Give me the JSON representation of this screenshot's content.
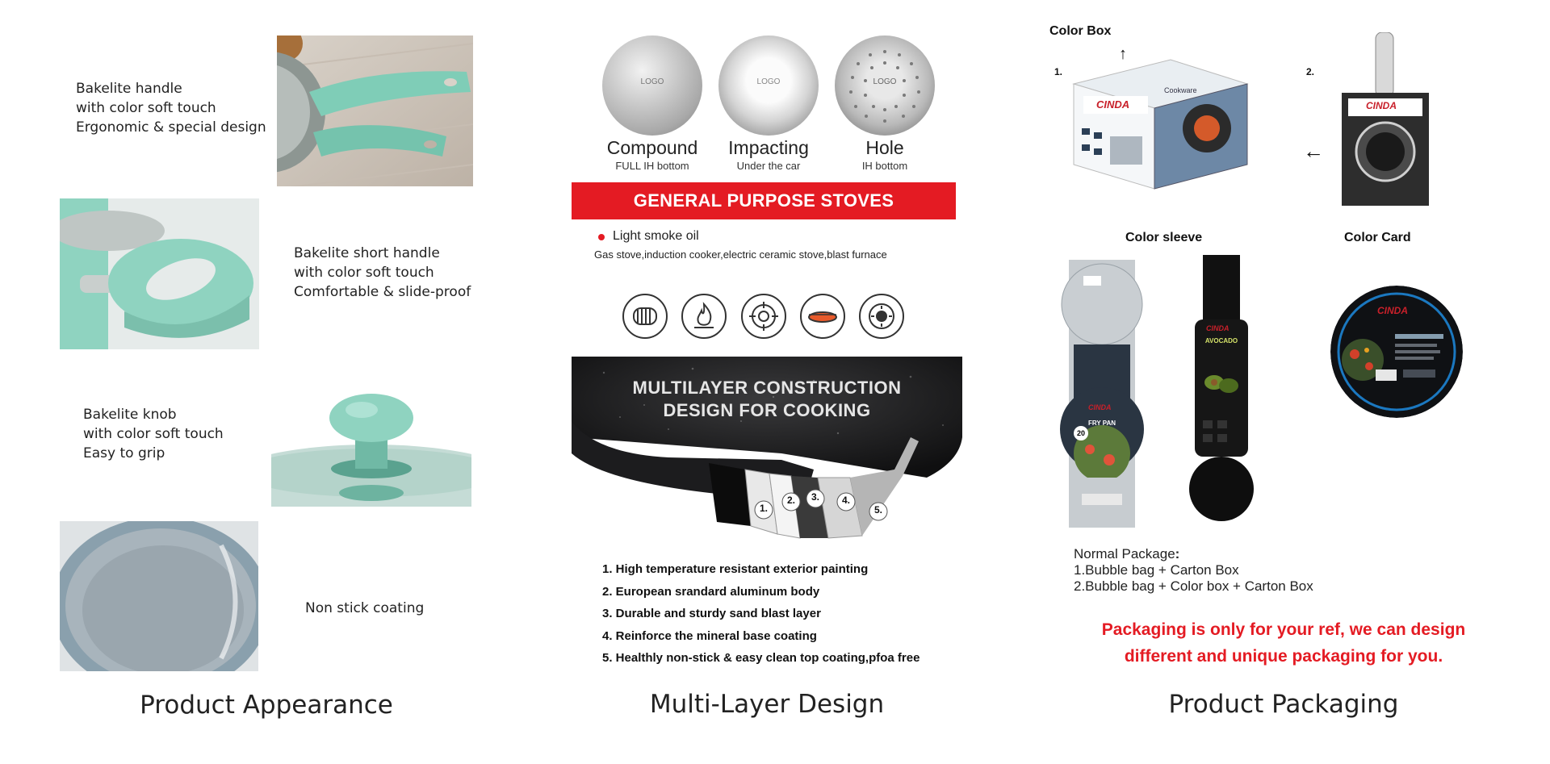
{
  "sections": {
    "appearance": "Product Appearance",
    "multilayer": "Multi-Layer Design",
    "packaging": "Product Packaging"
  },
  "features": [
    {
      "lines": [
        "Bakelite handle",
        "with color soft touch",
        "Ergonomic & special design"
      ]
    },
    {
      "lines": [
        "Bakelite short handle",
        "with color soft touch",
        "Comfortable & slide-proof"
      ]
    },
    {
      "lines": [
        "Bakelite knob",
        "with color soft touch",
        "Easy to grip"
      ]
    },
    {
      "lines": [
        "Non stick coating"
      ]
    }
  ],
  "bottoms": [
    {
      "name": "Compound",
      "sub": "FULL IH bottom",
      "logo": "LOGO"
    },
    {
      "name": "Impacting",
      "sub": "Under the car",
      "logo": "LOGO"
    },
    {
      "name": "Hole",
      "sub": "IH bottom",
      "logo": "LOGO"
    }
  ],
  "stoves": {
    "banner": "GENERAL PURPOSE STOVES",
    "bullet": "Light smoke oil",
    "types": "Gas stove,induction cooker,electric ceramic stove,blast furnace",
    "icons": [
      "induction-coil-icon",
      "flame-icon",
      "gas-burner-icon",
      "ceramic-plate-icon",
      "hot-plate-icon"
    ]
  },
  "construction": {
    "title_line1": "MULTILAYER CONSTRUCTION",
    "title_line2": "DESIGN FOR COOKING",
    "layers": [
      "1.",
      "2.",
      "3.",
      "4.",
      "5."
    ]
  },
  "layer_list": [
    "1. High temperature resistant exterior painting",
    "2. European srandard aluminum body",
    "3. Durable and sturdy sand blast layer",
    "4. Reinforce the mineral base coating",
    "5. Healthly non-stick & easy clean top coating,pfoa free"
  ],
  "packaging": {
    "color_box": "Color Box",
    "step1": "1.",
    "step2": "2.",
    "color_sleeve": "Color sleeve",
    "color_card": "Color Card",
    "brand": "CINDA",
    "box_sub": "Cookware",
    "fry_pan_tag": "FRY PAN",
    "avocado_tag": "AVOCADO",
    "size_tag": "20",
    "note_title": "Normal Package",
    "note_colon": ":",
    "note_lines": [
      "1.Bubble bag + Carton Box",
      "2.Bubble bag + Color box + Carton Box"
    ],
    "red_note": [
      "Packaging is only for your ref, we can design",
      "different and unique packaging for you."
    ]
  },
  "colors": {
    "accent_red": "#e41b23",
    "mint": "#8fd3c0",
    "dark_pan": "#1c1c1e"
  }
}
